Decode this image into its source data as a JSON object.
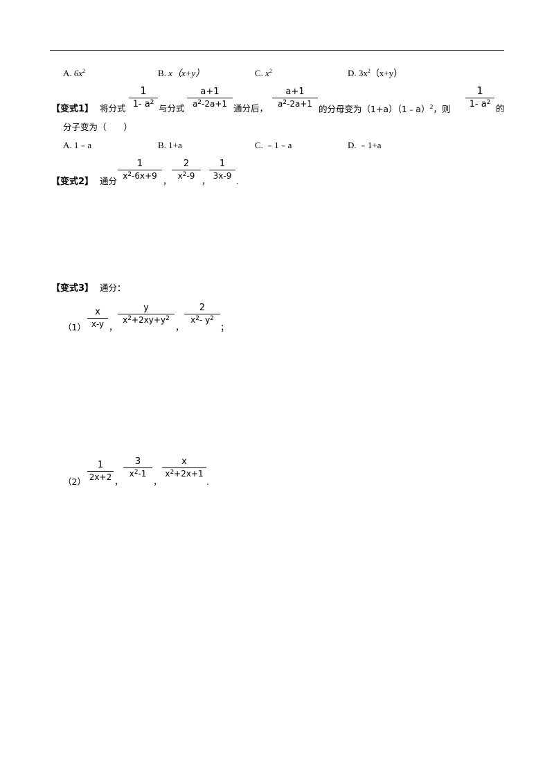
{
  "top_options": [
    {
      "key": "A.",
      "text": "6x",
      "sup": "2"
    },
    {
      "key": "B.",
      "text": "x（x+y）"
    },
    {
      "key": "C.",
      "text": "x",
      "sup": "2"
    },
    {
      "key": "D.",
      "text": "3x",
      "sup": "2",
      "tail": "（x+y）"
    }
  ],
  "q1": {
    "label": "【变式1】",
    "text_a": "将分式",
    "text_b": "与分式",
    "text_c": "通分后，",
    "text_d": "的分母变为（1+a）（1﹣a）",
    "text_d_sup": "2",
    "text_e": "，则",
    "text_f": "的",
    "line2": "分子变为（　　）",
    "frac1": {
      "num": "1",
      "den": "1- a",
      "den_sup": "2"
    },
    "frac2": {
      "num": "a+1",
      "den": "a",
      "den_sup": "2",
      "den_tail": "-2a+1"
    },
    "frac3": {
      "num": "a+1",
      "den": "a",
      "den_sup": "2",
      "den_tail": "-2a+1"
    },
    "frac4": {
      "num": "1",
      "den": "1- a",
      "den_sup": "2"
    },
    "options": [
      {
        "key": "A.",
        "text": "1﹣a"
      },
      {
        "key": "B.",
        "text": "1+a"
      },
      {
        "key": "C.",
        "text": "﹣1﹣a"
      },
      {
        "key": "D.",
        "text": "﹣1+a"
      }
    ]
  },
  "q2": {
    "label": "【变式2】",
    "text": "通分",
    "sep": "，",
    "end": ".",
    "frac1": {
      "num": "1",
      "den": "x",
      "den_sup": "2",
      "den_tail": "-6x+9"
    },
    "frac2": {
      "num": "2",
      "den": "x",
      "den_sup": "2",
      "den_tail": "-9"
    },
    "frac3": {
      "num": "1",
      "den": "3x-9"
    }
  },
  "q3": {
    "label": "【变式3】",
    "text": "通分：",
    "part1": {
      "label": "（1）",
      "sep": "，",
      "end": "；",
      "frac1": {
        "num": "x",
        "den": "x-y"
      },
      "frac2": {
        "num": "y",
        "den": "x",
        "den_sup": "2",
        "den_tail": "+2xy+y",
        "den_sup2": "2"
      },
      "frac3": {
        "num": "2",
        "den": "x",
        "den_sup": "2",
        "den_tail": "- y",
        "den_sup2": "2"
      }
    },
    "part2": {
      "label": "（2）",
      "sep": "，",
      "end": ".",
      "frac1": {
        "num": "1",
        "den": "2x+2"
      },
      "frac2": {
        "num": "3",
        "den": "x",
        "den_sup": "2",
        "den_tail": "-1"
      },
      "frac3": {
        "num": "x",
        "den": "x",
        "den_sup": "2",
        "den_tail": "+2x+1"
      }
    }
  }
}
